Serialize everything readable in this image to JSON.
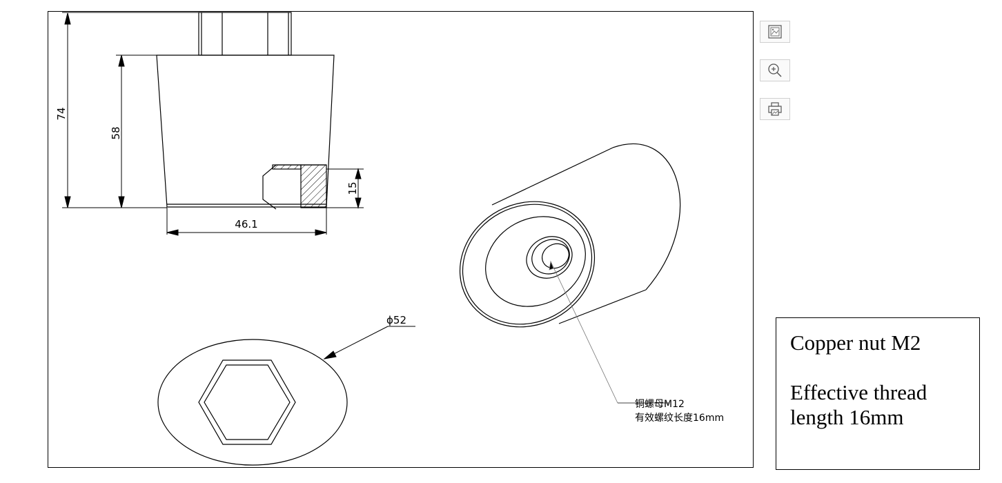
{
  "drawing": {
    "dimensions": {
      "overall_height": "74",
      "body_height": "58",
      "bottom_width": "46.1",
      "insert_height": "15",
      "diameter": "ϕ52"
    },
    "callout": {
      "line1": "铜螺母M12",
      "line2": "有效螺纹长度16mm"
    }
  },
  "toolbar": {
    "icons": [
      "fit-image-icon",
      "zoom-in-icon",
      "print-icon"
    ]
  },
  "note": {
    "line1": "Copper nut M2",
    "line2": "Effective thread",
    "line3": "length 16mm"
  }
}
